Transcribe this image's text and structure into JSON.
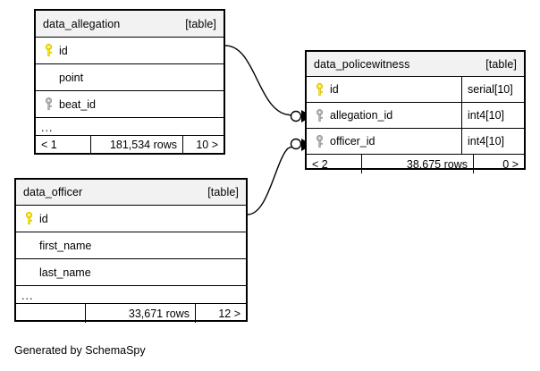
{
  "diagram": {
    "footnote": "Generated by SchemaSpy",
    "colors": {
      "primary_key": "#ffe600",
      "foreign_key": "#b3b3b3",
      "header_bg": "#f2f2f2",
      "border": "#000000",
      "background": "#ffffff"
    },
    "tables": [
      {
        "id": "data_allegation",
        "name": "data_allegation",
        "tag": "[table]",
        "columns": [
          {
            "name": "id",
            "key": "primary",
            "type": ""
          },
          {
            "name": "point",
            "key": "none",
            "type": ""
          },
          {
            "name": "beat_id",
            "key": "foreign",
            "type": ""
          }
        ],
        "ellipsis": "...",
        "footer": {
          "prev": "< 1",
          "rows": "181,534 rows",
          "next": "10 >"
        }
      },
      {
        "id": "data_policewitness",
        "name": "data_policewitness",
        "tag": "[table]",
        "columns": [
          {
            "name": "id",
            "key": "primary",
            "type": "serial[10]"
          },
          {
            "name": "allegation_id",
            "key": "foreign",
            "type": "int4[10]"
          },
          {
            "name": "officer_id",
            "key": "foreign",
            "type": "int4[10]"
          }
        ],
        "ellipsis": null,
        "footer": {
          "prev": "< 2",
          "rows": "38,675 rows",
          "next": "0 >"
        }
      },
      {
        "id": "data_officer",
        "name": "data_officer",
        "tag": "[table]",
        "columns": [
          {
            "name": "id",
            "key": "primary",
            "type": ""
          },
          {
            "name": "first_name",
            "key": "none",
            "type": ""
          },
          {
            "name": "last_name",
            "key": "none",
            "type": ""
          }
        ],
        "ellipsis": "...",
        "footer": {
          "prev": "",
          "rows": "33,671 rows",
          "next": "12 >"
        }
      }
    ],
    "relationships": [
      {
        "from": "data_allegation.id",
        "to": "data_policewitness.allegation_id"
      },
      {
        "from": "data_officer.id",
        "to": "data_policewitness.officer_id"
      }
    ]
  }
}
